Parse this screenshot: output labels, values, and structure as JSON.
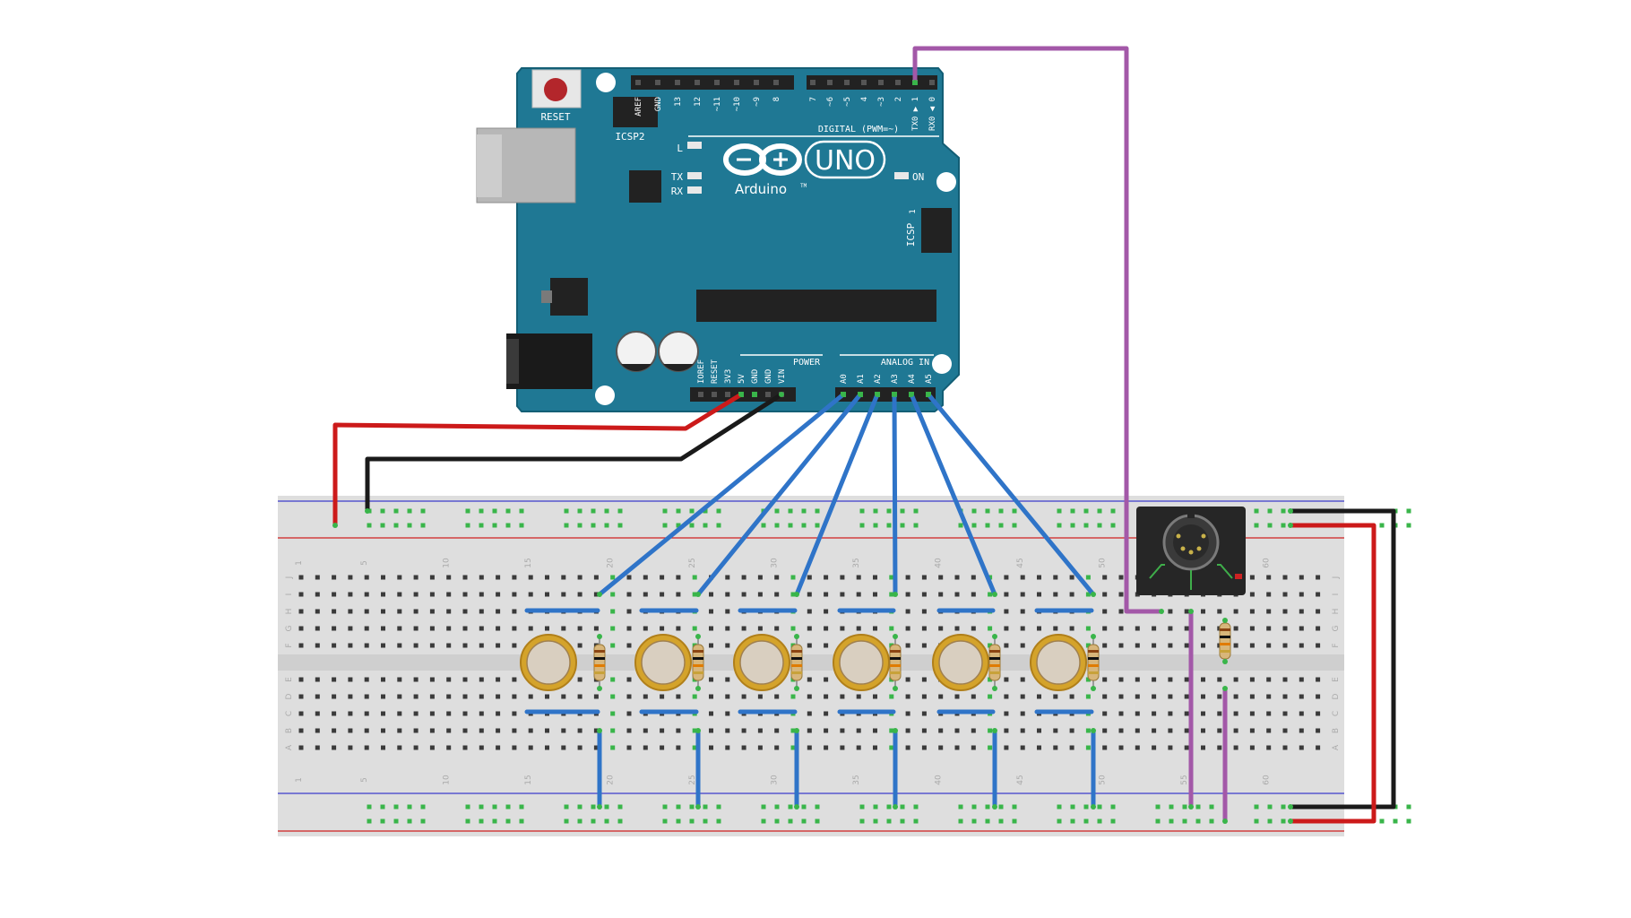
{
  "board": {
    "reset_label": "RESET",
    "icsp2_label": "ICSP2",
    "icsp_label": "ICSP",
    "icsp_pin1_label": "1",
    "led_l_label": "L",
    "led_tx_label": "TX",
    "led_rx_label": "RX",
    "led_on_label": "ON",
    "uno_label": "UNO",
    "brand_label": "Arduino",
    "trademark": "TM",
    "digital_label": "DIGITAL (PWM=~)",
    "power_label": "POWER",
    "analog_label": "ANALOG IN",
    "top_pins_left": [
      "AREF",
      "GND",
      "13",
      "12",
      "~11",
      "~10",
      "~9",
      "8"
    ],
    "top_pins_right": [
      "7",
      "~6",
      "~5",
      "4",
      "~3",
      "2",
      "TX0 ▶ 1",
      "RX0 ◀ 0"
    ],
    "power_pins": [
      "IOREF",
      "RESET",
      "3V3",
      "5V",
      "GND",
      "GND",
      "VIN"
    ],
    "analog_pins": [
      "A0",
      "A1",
      "A2",
      "A3",
      "A4",
      "A5"
    ]
  },
  "breadboard": {
    "row_letters_top": [
      "J",
      "I",
      "H",
      "G",
      "F"
    ],
    "row_letters_bottom": [
      "E",
      "D",
      "C",
      "B",
      "A"
    ],
    "column_numbers": [
      "1",
      "5",
      "10",
      "15",
      "20",
      "25",
      "30",
      "35",
      "40",
      "45",
      "50",
      "55",
      "60"
    ]
  },
  "components": {
    "fsr_count": 6,
    "resistor_count": 7,
    "midi_connector": "midi-din-jack"
  },
  "colors": {
    "board": "#1f7894",
    "wire_power": "#cc1a1a",
    "wire_ground": "#1a1a1a",
    "wire_signal": "#2f74c8",
    "wire_midi": "#a358a8",
    "breadboard": "#dedede",
    "hole_active": "#39b54a",
    "fsr_ring": "#d4a32b"
  }
}
